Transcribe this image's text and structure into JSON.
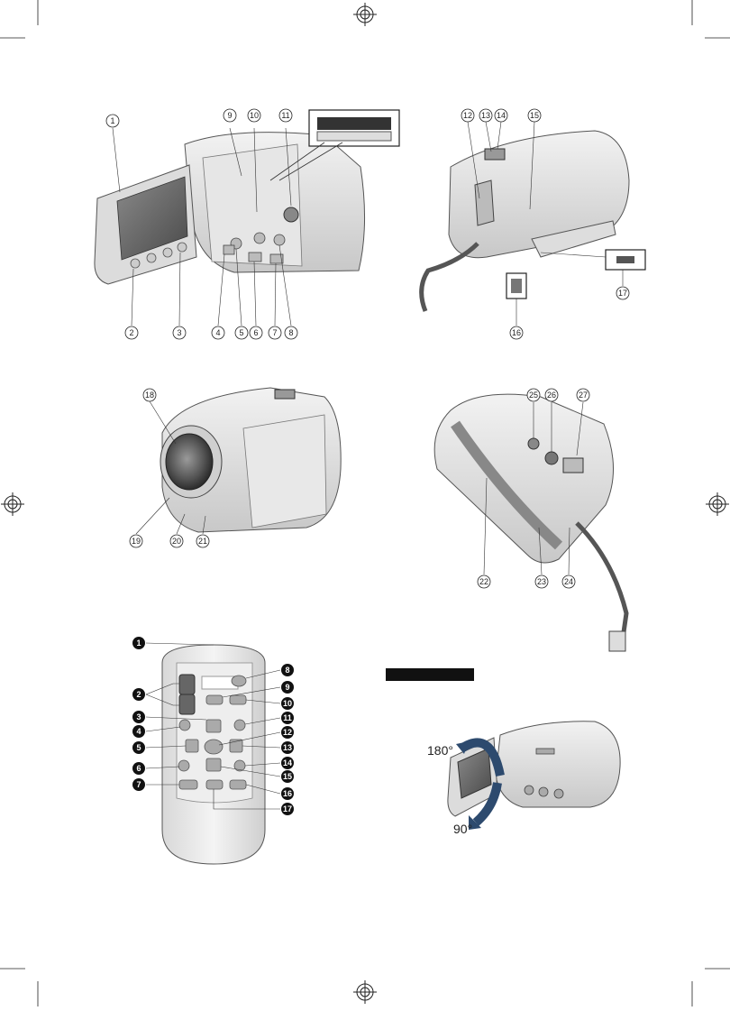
{
  "callouts": {
    "front_left": [
      "1",
      "2",
      "3",
      "4",
      "5",
      "6",
      "7",
      "8",
      "9",
      "10",
      "11"
    ],
    "right_view": [
      "12",
      "13",
      "14",
      "15",
      "16",
      "17"
    ],
    "lens_view": [
      "18",
      "19",
      "20",
      "21"
    ],
    "bottom_view": [
      "22",
      "23",
      "24",
      "25",
      "26",
      "27"
    ],
    "remote": [
      "1",
      "2",
      "3",
      "4",
      "5",
      "6",
      "7",
      "8",
      "9",
      "10",
      "11",
      "12",
      "13",
      "14",
      "15",
      "16",
      "17"
    ]
  },
  "rotation": {
    "angle_up": "180°",
    "angle_down": "90°"
  },
  "icons": [
    "registration-mark-icon",
    "crop-mark-icon"
  ]
}
